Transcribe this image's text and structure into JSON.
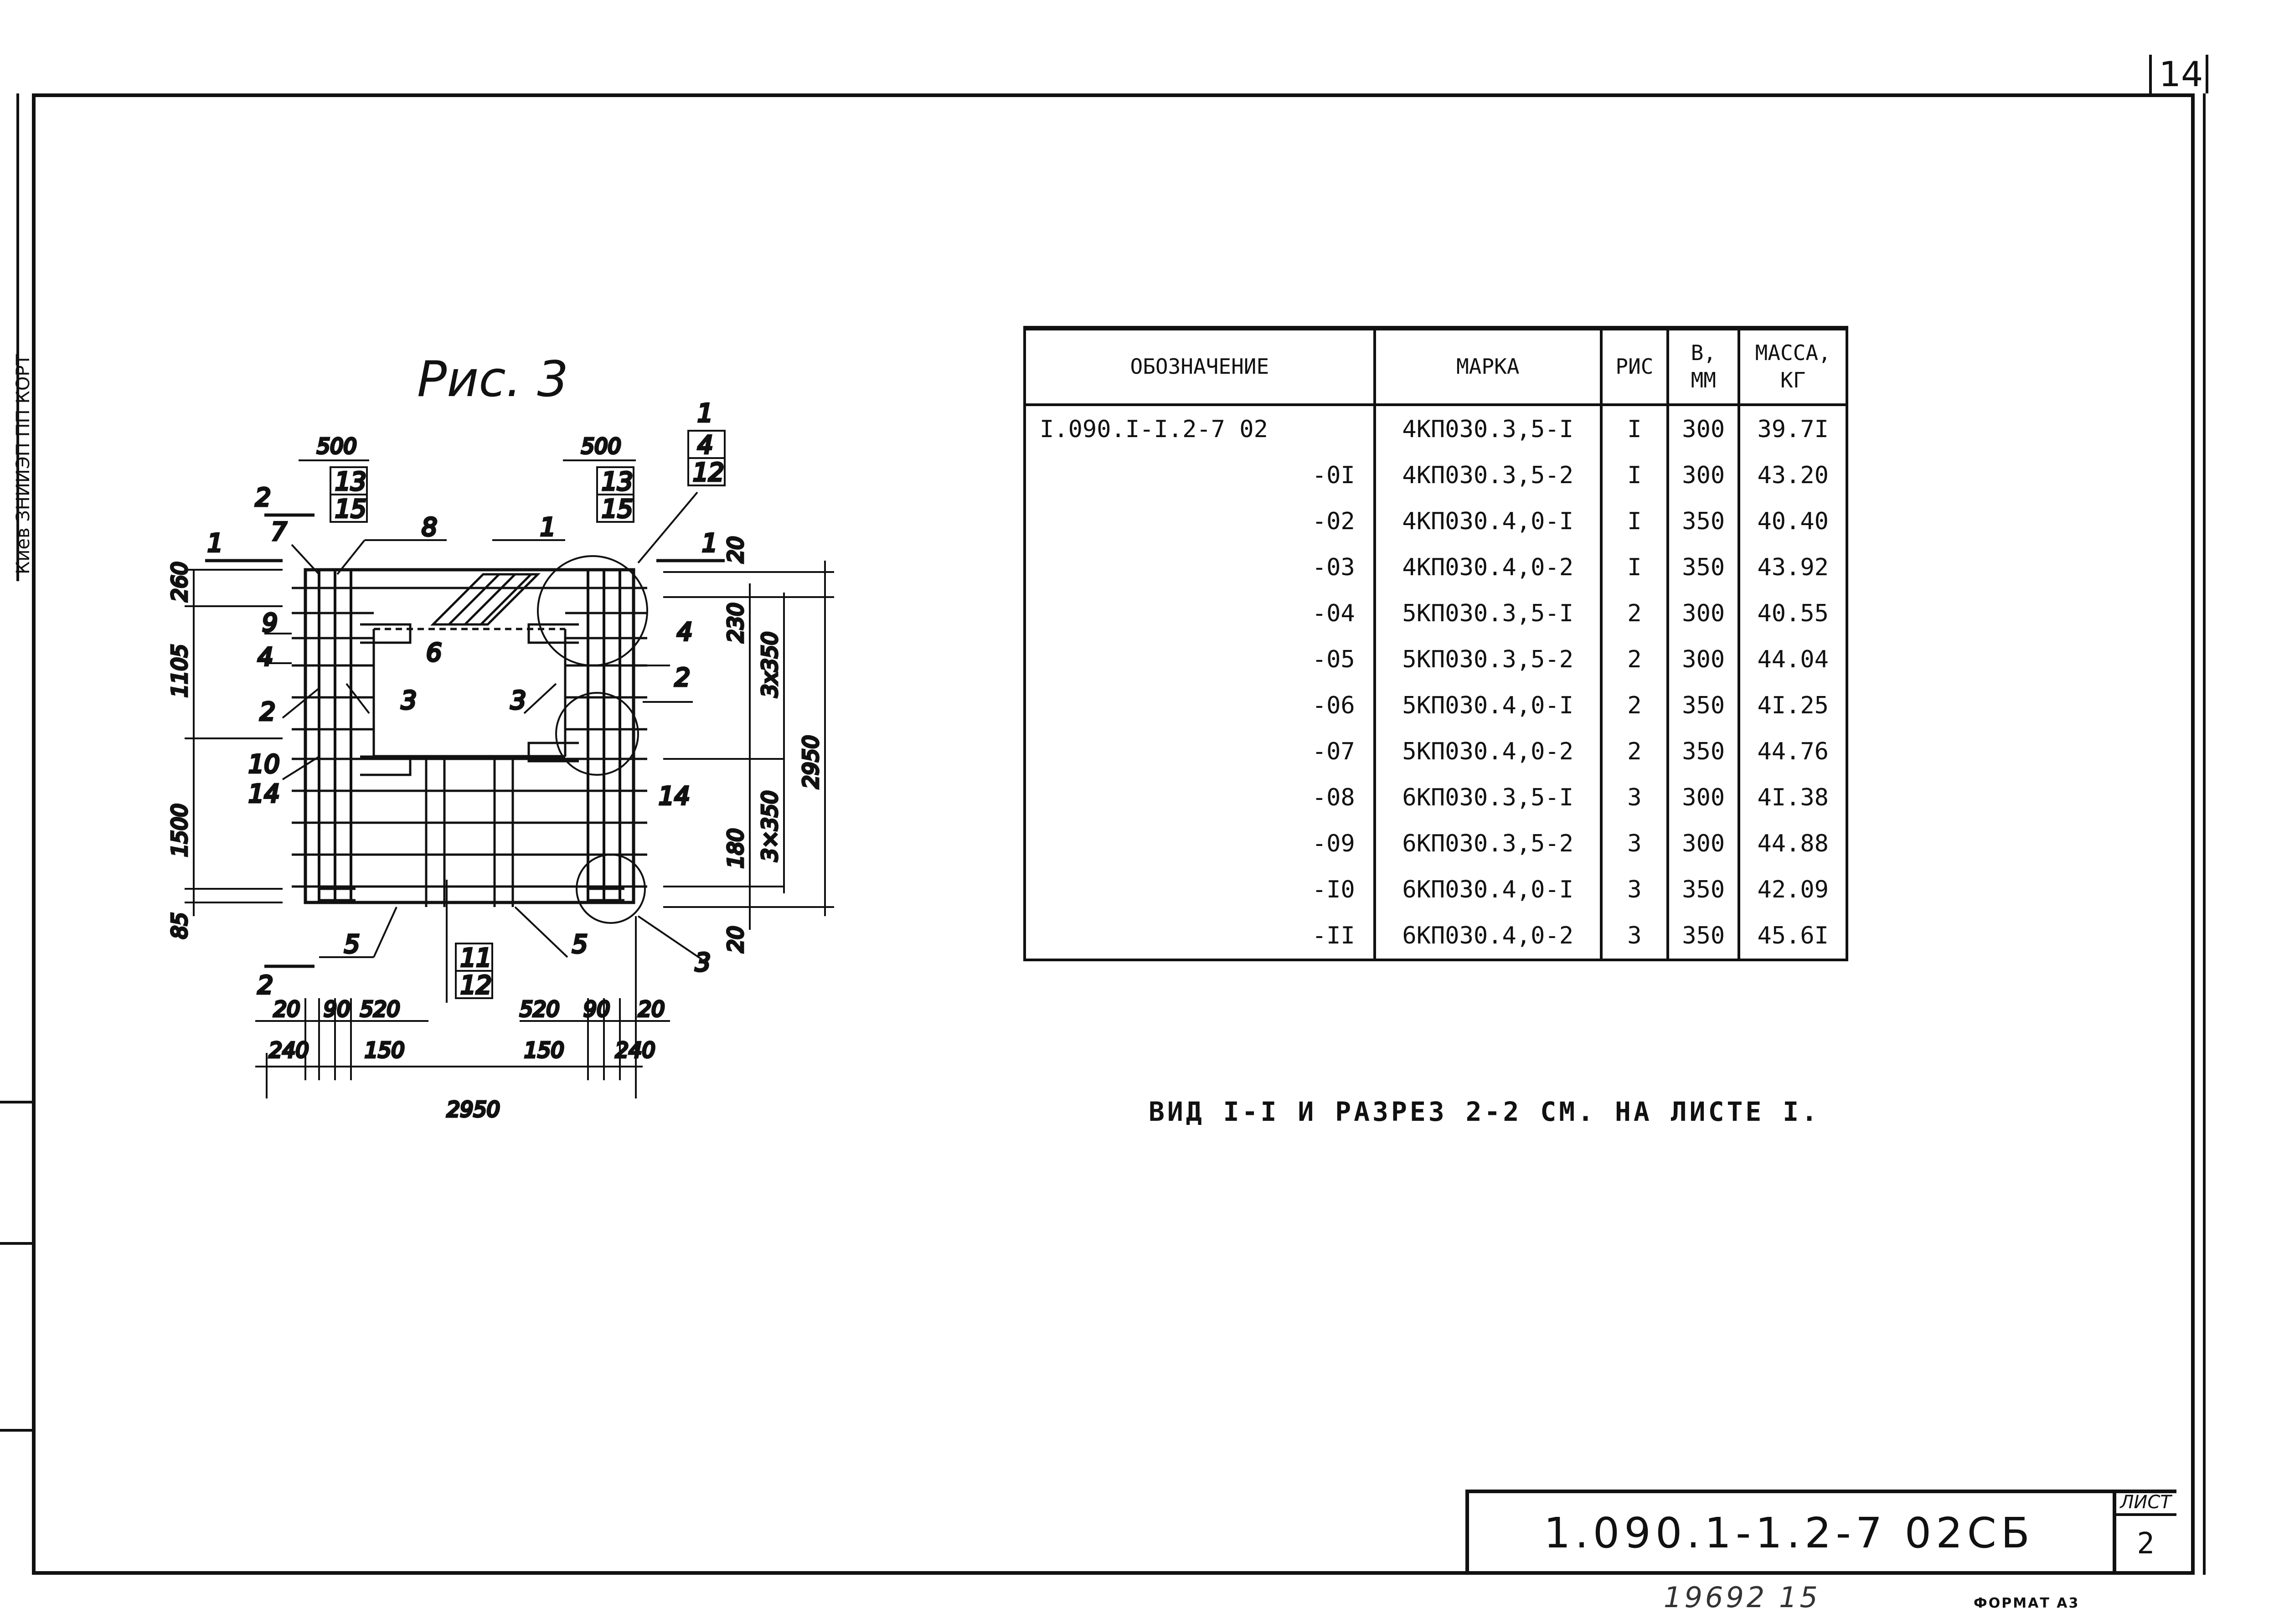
{
  "sheet_top_number": "14",
  "left_strip": "Киев ЗНИИЭП  ПП  КОРТ",
  "figure": {
    "caption": "Рис. 3",
    "dims": {
      "top_left_500": "500",
      "top_right_500": "500",
      "left_260": "260",
      "left_1105": "1105",
      "left_1500": "1500",
      "left_85": "85",
      "right_20_top": "20",
      "right_230": "230",
      "right_3x350_top": "3x350",
      "right_2950": "2950",
      "right_3x350_bot": "3×350",
      "right_180": "180",
      "right_20_bot": "20",
      "bottom_20_l": "20",
      "bottom_90_l": "90",
      "bottom_520_l": "520",
      "bottom_520_r": "520",
      "bottom_90_r": "90",
      "bottom_20_r": "20",
      "bottom_240_l": "240",
      "bottom_150_l": "150",
      "bottom_150_r": "150",
      "bottom_240_r": "240",
      "bottom_2950": "2950"
    },
    "labels": {
      "sec1_left": "1",
      "sec1_right": "1",
      "sec2_top": "2",
      "sec2_bottom": "2",
      "p13_l": "13",
      "p15_l": "15",
      "p13_r": "13",
      "p15_r": "15",
      "p1_top": "1",
      "p4_top": "4",
      "p12_top": "12",
      "p7": "7",
      "p8": "8",
      "p1_mid": "1",
      "p9": "9",
      "p4_left": "4",
      "p6": "6",
      "p2_left": "2",
      "p3_left": "3",
      "p3_mid": "3",
      "p4_right": "4",
      "p2_right": "2",
      "p10": "10",
      "p14_left": "14",
      "p14_right": "14",
      "p5_left": "5",
      "p11": "11",
      "p12_bot": "12",
      "p5_right": "5",
      "p3_right": "3"
    }
  },
  "table": {
    "headers": {
      "designation": "ОБОЗНАЧЕНИЕ",
      "mark": "МАРКА",
      "fig": "РИС",
      "b_line1": "В,",
      "b_line2": "ММ",
      "mass_line1": "МАССА,",
      "mass_line2": "КГ"
    },
    "rows": [
      {
        "designation": "I.090.I-I.2-7 02",
        "mark": "4КП030.3,5-I",
        "fig": "I",
        "b": "300",
        "mass": "39.7I"
      },
      {
        "designation": "-0I",
        "mark": "4КП030.3,5-2",
        "fig": "I",
        "b": "300",
        "mass": "43.20"
      },
      {
        "designation": "-02",
        "mark": "4КП030.4,0-I",
        "fig": "I",
        "b": "350",
        "mass": "40.40"
      },
      {
        "designation": "-03",
        "mark": "4КП030.4,0-2",
        "fig": "I",
        "b": "350",
        "mass": "43.92"
      },
      {
        "designation": "-04",
        "mark": "5КП030.3,5-I",
        "fig": "2",
        "b": "300",
        "mass": "40.55"
      },
      {
        "designation": "-05",
        "mark": "5КП030.3,5-2",
        "fig": "2",
        "b": "300",
        "mass": "44.04"
      },
      {
        "designation": "-06",
        "mark": "5КП030.4,0-I",
        "fig": "2",
        "b": "350",
        "mass": "4I.25"
      },
      {
        "designation": "-07",
        "mark": "5КП030.4,0-2",
        "fig": "2",
        "b": "350",
        "mass": "44.76"
      },
      {
        "designation": "-08",
        "mark": "6КП030.3,5-I",
        "fig": "3",
        "b": "300",
        "mass": "4I.38"
      },
      {
        "designation": "-09",
        "mark": "6КП030.3,5-2",
        "fig": "3",
        "b": "300",
        "mass": "44.88"
      },
      {
        "designation": "-I0",
        "mark": "6КП030.4,0-I",
        "fig": "3",
        "b": "350",
        "mass": "42.09"
      },
      {
        "designation": "-II",
        "mark": "6КП030.4,0-2",
        "fig": "3",
        "b": "350",
        "mass": "45.6I"
      }
    ]
  },
  "note": "ВИД I-I И РАЗРЕЗ 2-2 СМ. НА ЛИСТЕ I.",
  "title_block": {
    "code": "1.090.1-1.2-7 02СБ",
    "sheet_label": "ЛИСТ",
    "sheet_number": "2"
  },
  "inventory_number": "19692 15",
  "format_label": "ФОРМАТ А3"
}
